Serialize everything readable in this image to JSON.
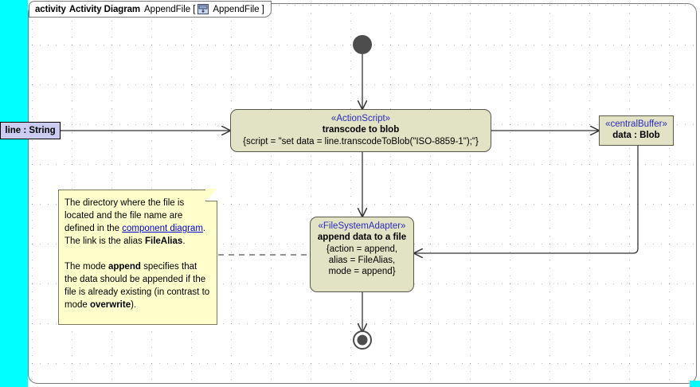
{
  "frame": {
    "kind": "activity",
    "type_label": "Activity Diagram",
    "name": "AppendFile",
    "bracket_open": "[",
    "param_icon": "activity-diagram-icon",
    "param_name": "AppendFile",
    "bracket_close": "]"
  },
  "colors": {
    "canvas": "#ffffff",
    "selection_strip": "#00ffff",
    "node_fill": "#e2e2c4",
    "node_border": "#59594a",
    "pin_fill": "#ccccf2",
    "note_fill": "#ffffcc",
    "note_border": "#7a7a5a",
    "stereotype_text": "#2b2bbf",
    "link_text": "#0000cc",
    "edge": "#333333",
    "initial_node": "#4d4d4d"
  },
  "nodes": {
    "initial": {
      "name": "initial-node"
    },
    "final": {
      "name": "activity-final-node"
    },
    "pin_line": {
      "label": "line : String"
    },
    "action_transcode": {
      "stereotype": "«ActionScript»",
      "name": "transcode to blob",
      "body": "{script = \"set data = line.transcodeToBlob(\"ISO-8859-1\");\"}"
    },
    "action_append": {
      "stereotype": "«FileSystemAdapter»",
      "name": "append data to a file",
      "body_lines": [
        "{action = append,",
        "alias = FileAlias,",
        "mode = append}"
      ]
    },
    "central_buffer": {
      "stereotype": "«centralBuffer»",
      "name": "data : Blob"
    }
  },
  "note": {
    "paragraph1": {
      "t1": "The directory where the file is located and the file name are defined in the ",
      "link": "component diagram",
      "t2": ". The link is the alias ",
      "bold": "FileAlias",
      "t3": "."
    },
    "paragraph2": {
      "t1": "The mode ",
      "bold1": "append",
      "t2": " specifies that the data should be appended if the file is already existing (in contrast to mode ",
      "bold2": "overwrite",
      "t3": ")."
    }
  }
}
